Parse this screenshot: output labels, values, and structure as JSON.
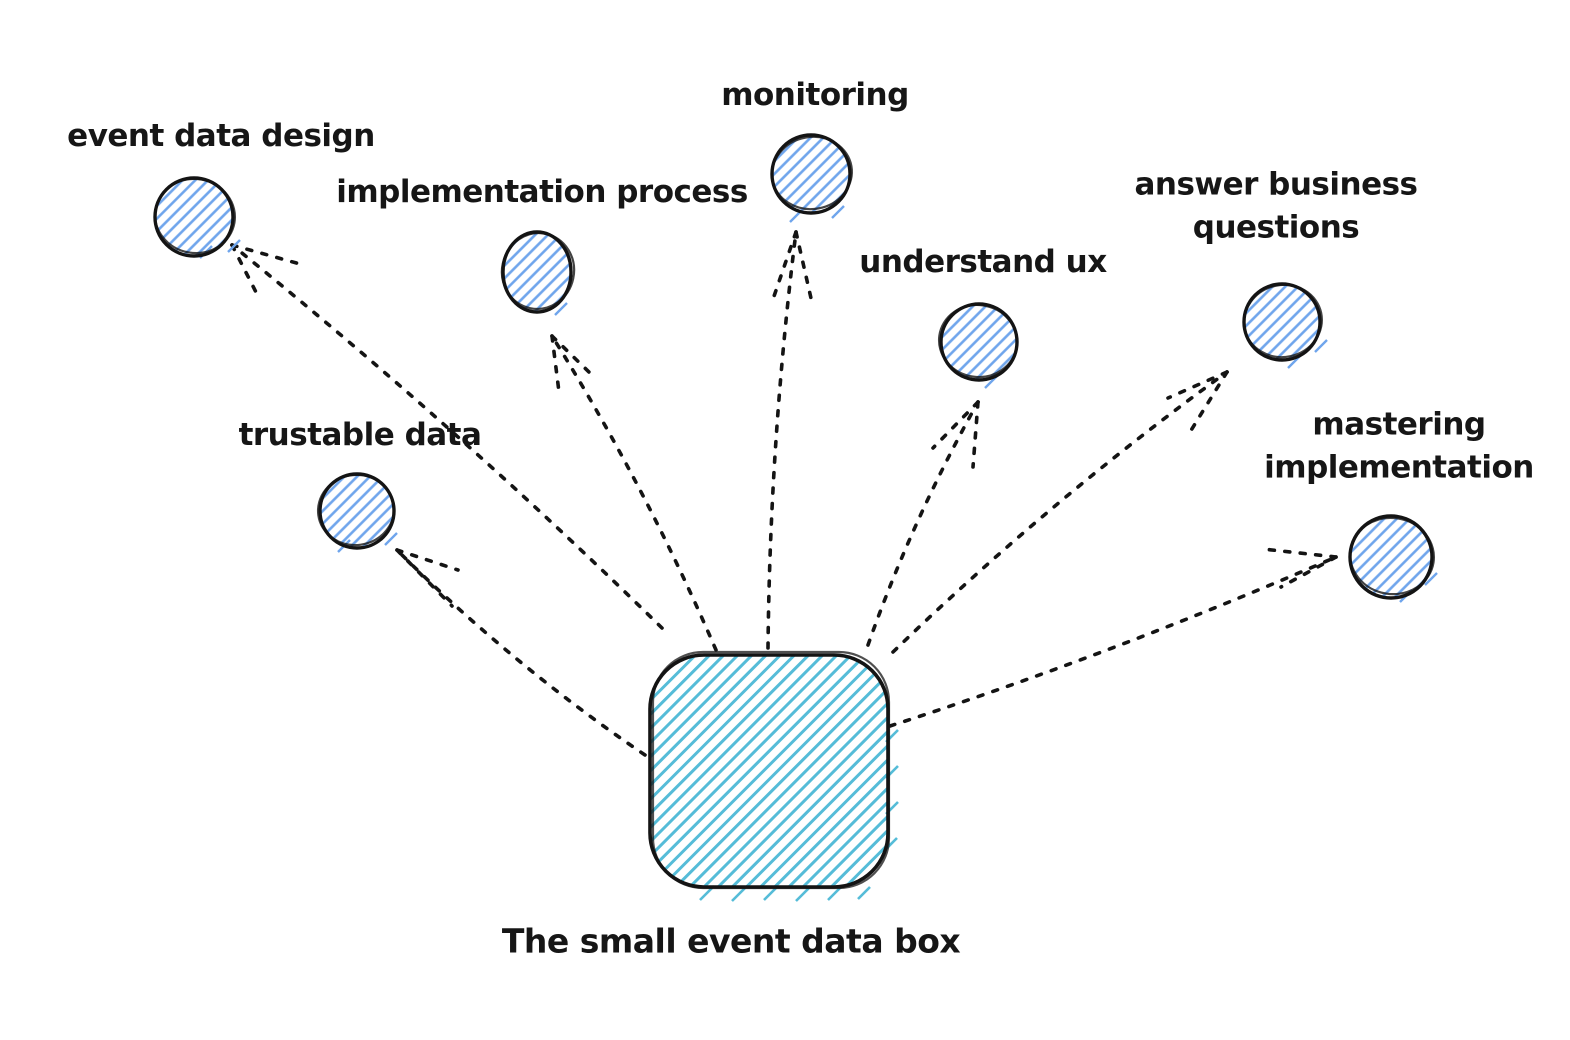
{
  "diagram": {
    "center_box": {
      "id": "small-event-data-box",
      "label": "The small event data box"
    },
    "nodes": [
      {
        "id": "event-data-design",
        "label": "event data design"
      },
      {
        "id": "implementation-process",
        "label": "implementation process"
      },
      {
        "id": "monitoring",
        "label": "monitoring"
      },
      {
        "id": "understand-ux",
        "label": "understand ux"
      },
      {
        "id": "answer-business-questions",
        "label": "answer business\nquestions"
      },
      {
        "id": "mastering-implementation",
        "label": "mastering\nimplementation"
      },
      {
        "id": "trustable-data",
        "label": "trustable data"
      }
    ],
    "edges": [
      {
        "from": "small-event-data-box",
        "to": "event-data-design",
        "style": "dashed-arrow"
      },
      {
        "from": "small-event-data-box",
        "to": "trustable-data",
        "style": "dashed-arrow"
      },
      {
        "from": "small-event-data-box",
        "to": "implementation-process",
        "style": "dashed-arrow"
      },
      {
        "from": "small-event-data-box",
        "to": "monitoring",
        "style": "dashed-arrow"
      },
      {
        "from": "small-event-data-box",
        "to": "understand-ux",
        "style": "dashed-arrow"
      },
      {
        "from": "small-event-data-box",
        "to": "answer-business-questions",
        "style": "dashed-arrow"
      },
      {
        "from": "small-event-data-box",
        "to": "mastering-implementation",
        "style": "dashed-arrow"
      }
    ],
    "colors": {
      "ink": "#161616",
      "node_hatch_blue": "#6FA5EC",
      "box_hatch_teal": "#55BCD8",
      "background": "#FFFFFF"
    }
  }
}
